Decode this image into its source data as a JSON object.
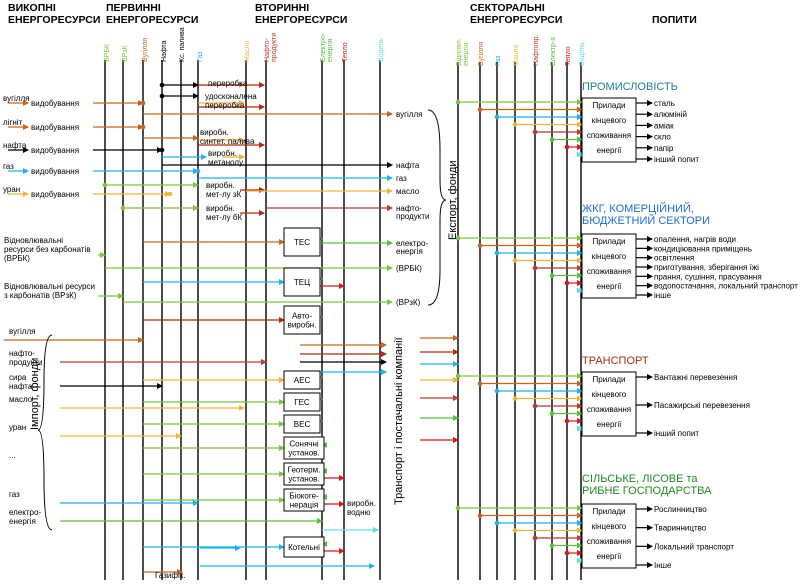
{
  "colors": {
    "black": "#000000",
    "coal": "#c8641e",
    "oil": "#b02a12",
    "gas": "#18b4f0",
    "uranium": "#f0b43c",
    "renewables": "#7cc83c",
    "electricity": "#58c03c",
    "heat": "#d81818",
    "hydrogen": "#5fe0e8",
    "oil_products": "#b83a2e",
    "industry": "#1e7e8c",
    "housing": "#1a6ed8",
    "transport": "#a0320a",
    "agriculture": "#1f8a1f"
  },
  "headers": {
    "extracted": "ВИКОПНІ\nЕНЕРГОРЕСУРСИ",
    "primary": "ПЕРВИННІ\nЕНЕРГОРЕСУРСИ",
    "secondary": "ВТОРИННІ\nЕНЕРГОРЕСУРСИ",
    "sectoral": "СЕКТОРАЛЬНІ\nЕНЕРГОРЕСУРСИ",
    "demand": "ПОПИТИ"
  },
  "primary_columns": [
    "ВРБК",
    "ВРзК",
    "Вугілля",
    "Нафта",
    "Кс. палива",
    "Газ",
    "Масло"
  ],
  "secondary_columns": [
    "Масло",
    "Нафто-\nпродукти",
    "Електро-\nенергія",
    "Тепло",
    "Водень"
  ],
  "sectoral_columns": [
    "Відновл.\nенергія",
    "Вугілля",
    "Газ",
    "Масло",
    "Нафтопр.",
    "Електр-я",
    "Тепло",
    "Водень"
  ],
  "extraction": [
    {
      "resource": "вугілля",
      "process": "видобування"
    },
    {
      "resource": "лігніт",
      "process": "видобування"
    },
    {
      "resource": "нафта",
      "process": "видобування"
    },
    {
      "resource": "газ",
      "process": "видобування"
    },
    {
      "resource": "уран",
      "process": "видобування"
    }
  ],
  "renewables": [
    "Відновлювальні\nресурси без карбонатів\n(ВРБК)",
    "Відновлювальні ресурси\nз карбонатів (ВРзК)"
  ],
  "processes": {
    "refining": "переробка",
    "advanced_refining": "удосконалена\nпереробка",
    "synfuel": "виробн.\nсинтет. палива",
    "methanol": "виробн.\nметанолу",
    "mtl_3k": "виробн.\nмет-лу зК",
    "mtl_bk": "виробн.\nмет-лу бК",
    "hydrogen": "виробн.\nводню",
    "gasification": "Газифік."
  },
  "plants": [
    "ТЕС",
    "ТЕЦ",
    "Авто-\nвиробн.",
    "АЕС",
    "ГЕС",
    "ВЕС",
    "Сонячні\nустанов.",
    "Геотерм.\nустанов.",
    "Біокоге-\nнерація",
    "Котельні"
  ],
  "export_labels": [
    "вугілля",
    "нафта",
    "газ",
    "масло",
    "нафто-\nпродукти",
    "електро-\nенергія",
    "(ВРБК)",
    "(ВРзК)"
  ],
  "export_title": "Експорт, фонди",
  "import_labels": [
    "вугілля",
    "нафто-\nпродукти",
    "сира\nнафта",
    "масло",
    "уран",
    "...",
    "газ",
    "електро-\nенергія"
  ],
  "import_title": "Імпорт, фонди",
  "transport_title": "Транспорт і постачальні компанії",
  "device_box": [
    "Прилади",
    "кінцевого",
    "споживання",
    "енергії"
  ],
  "sectors": [
    {
      "title": "ПРОМИСЛОВІСТЬ",
      "items": [
        "сталь",
        "алюміній",
        "аміак",
        "скло",
        "папір",
        "інший попит"
      ]
    },
    {
      "title": "ЖКГ, КОМЕРЦІЙНИЙ,\nБЮДЖЕТНИЙ СЕКТОРИ",
      "items": [
        "опалення, нагрів води",
        "кондиціювання приміщень",
        "освітлення",
        "приготування, зберігання їжі",
        "прання, сушіння, прасування",
        "водопостачання, локальний транспорт",
        "інше"
      ]
    },
    {
      "title": "ТРАНСПОРТ",
      "items": [
        "Вантажні перевезення",
        "Пасажирські перевезення",
        "інший попит"
      ]
    },
    {
      "title": "СІЛЬСЬКЕ, ЛІСОВЕ та\nРИБНЕ ГОСПОДАРСТВА",
      "items": [
        "Рослинництво",
        "Тваринництво",
        "Локальний транспорт",
        "Інше"
      ]
    }
  ]
}
